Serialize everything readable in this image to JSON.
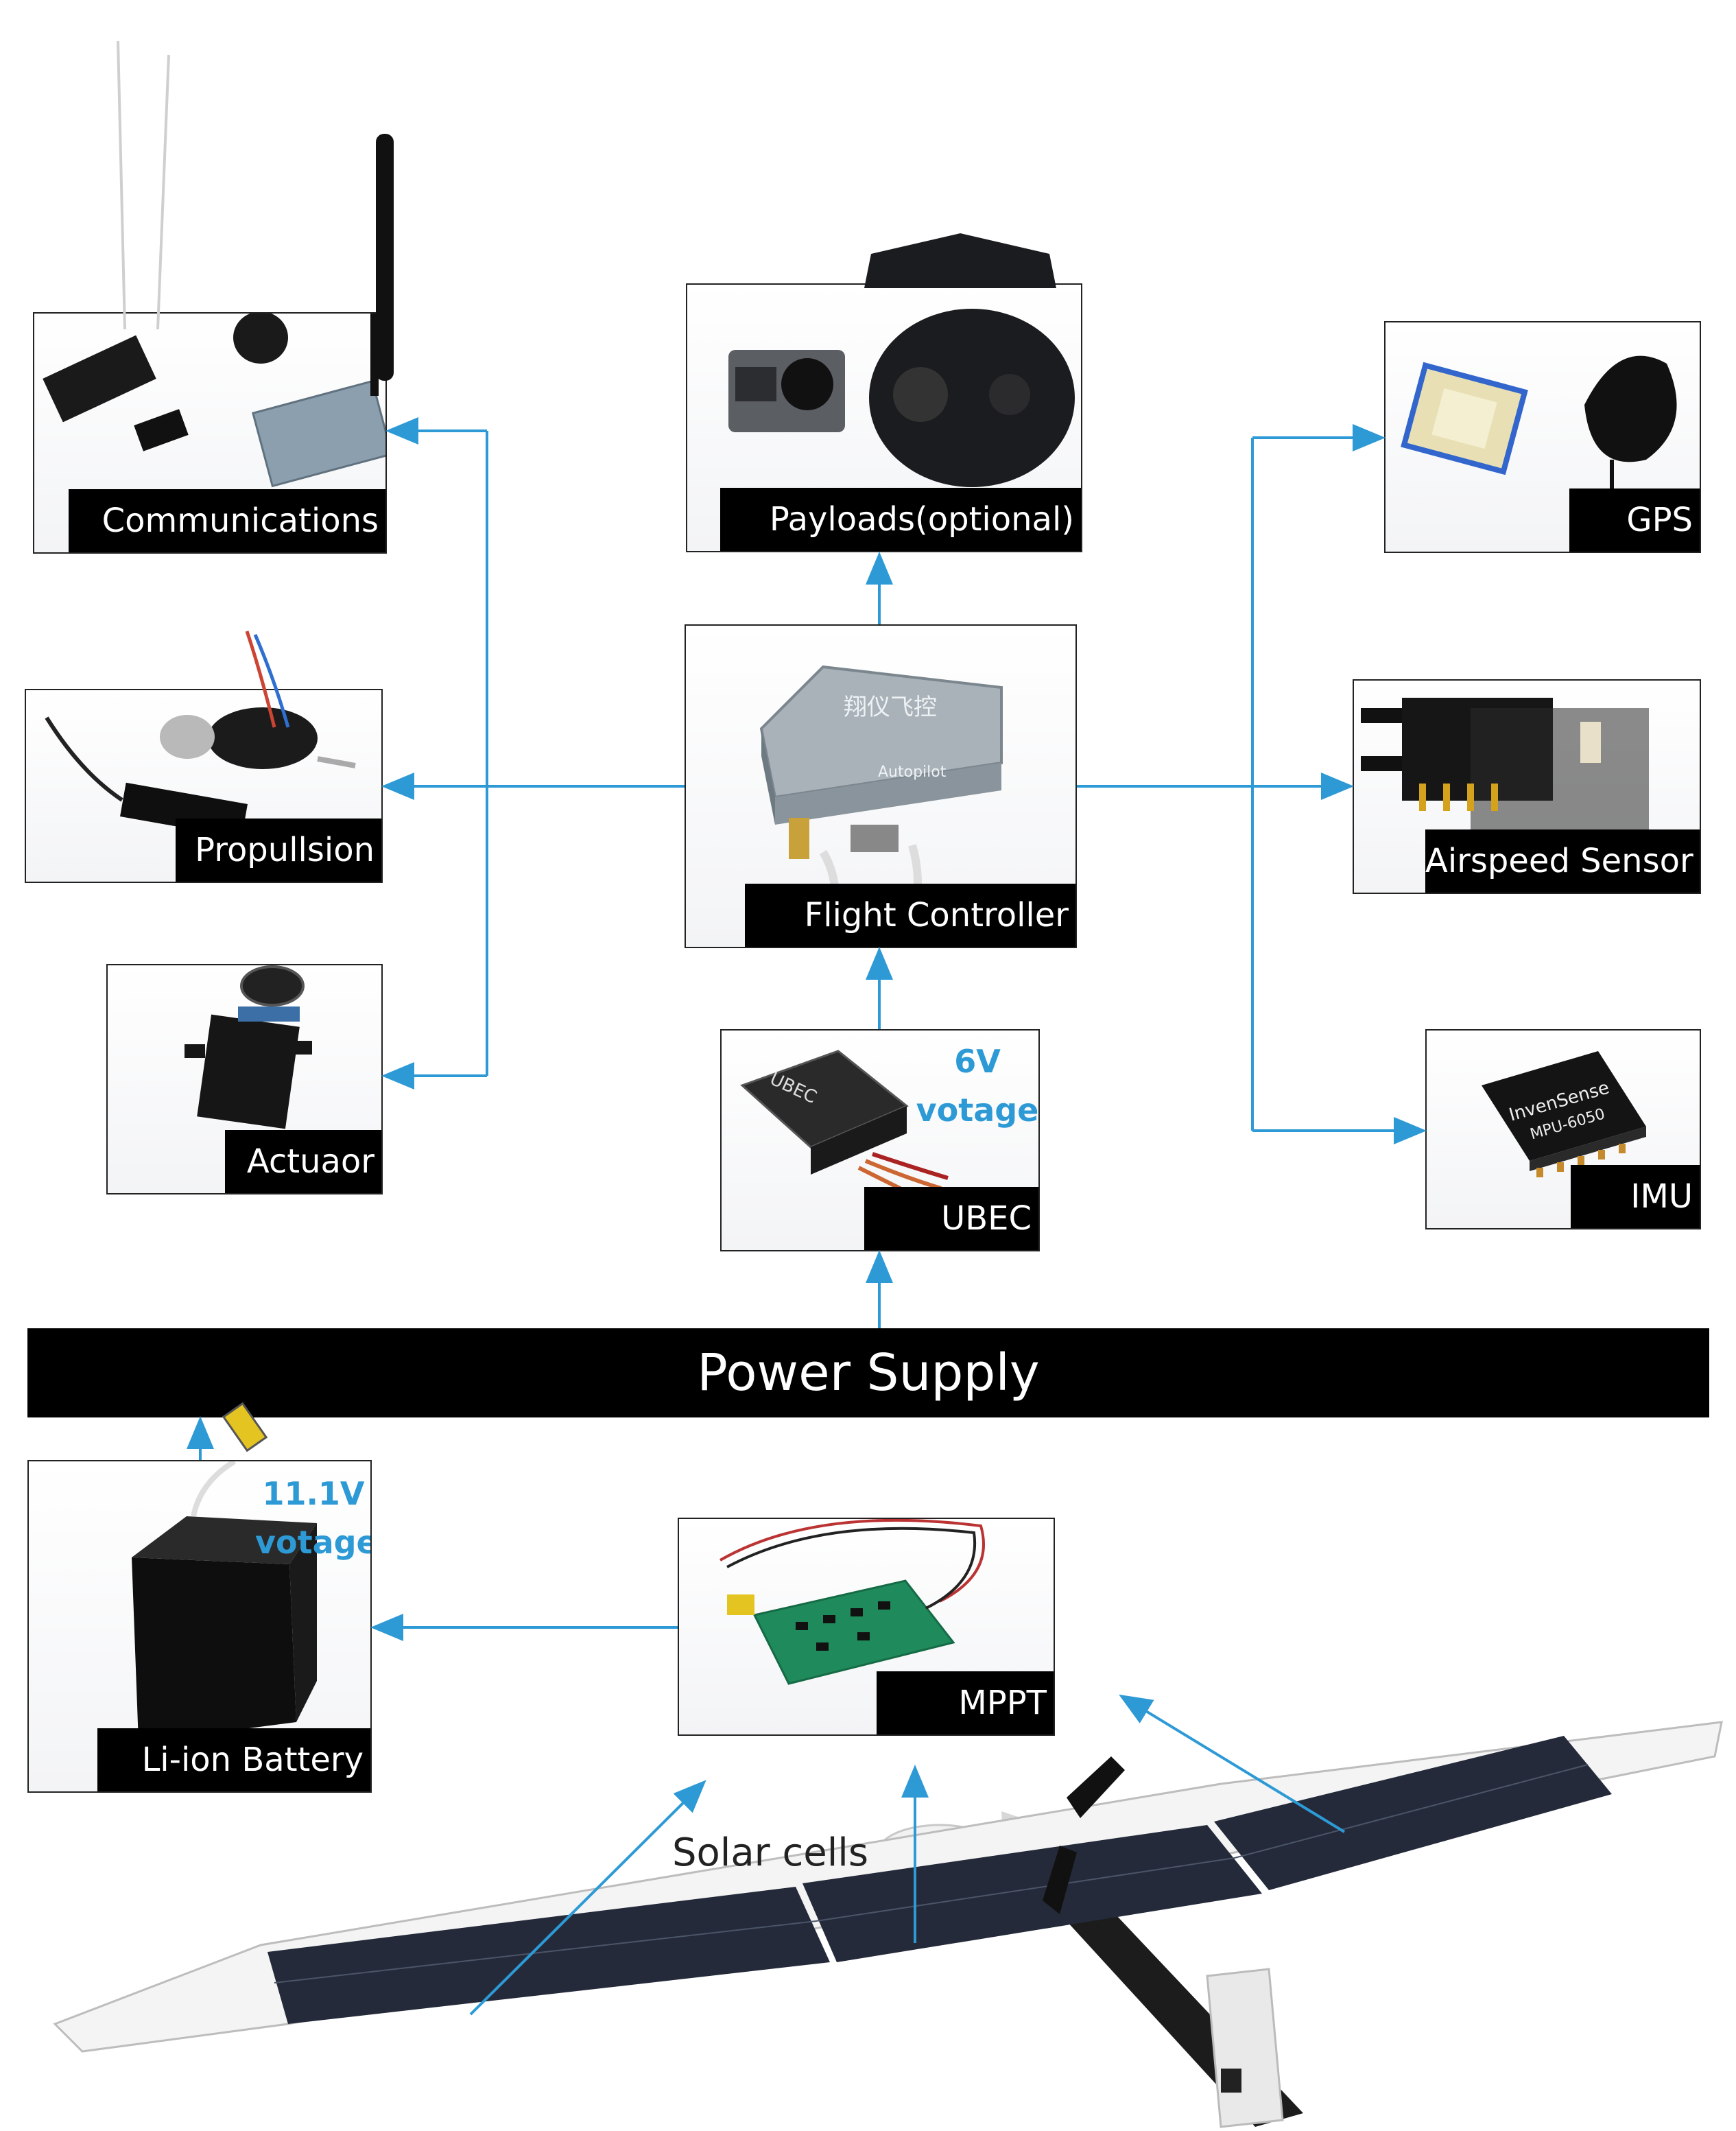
{
  "blocks": {
    "communications": "Communications",
    "payloads": "Payloads(optional)",
    "gps": "GPS",
    "propulsion": "Propullsion",
    "flight_controller": "Flight Controller",
    "airspeed": "Airspeed Sensor",
    "actuator": "Actuaor",
    "ubec": "UBEC",
    "imu": "IMU",
    "battery": "Li-ion Battery",
    "mppt": "MPPT"
  },
  "power_supply": "Power Supply",
  "ubec_voltage": {
    "line1": "6V",
    "line2": "votage"
  },
  "battery_voltage": {
    "line1": "11.1V",
    "line2": "votage"
  },
  "solar_label": "Solar cells",
  "device_markings": {
    "fc_brand": "翔仪飞控",
    "fc_model": "Autopilot",
    "imu_brand": "InvenSense",
    "imu_model": "MPU-6050",
    "ubec_brand": "UBEC"
  },
  "colors": {
    "arrow": "#2d9ad6",
    "label_bg": "#000000",
    "voltage_text": "#2d9ad6"
  },
  "icons": [
    "radio-transceiver-icon",
    "camera-gimbal-icon",
    "gps-module-icon",
    "motor-esc-icon",
    "autopilot-board-icon",
    "pressure-sensor-icon",
    "servo-icon",
    "ubec-module-icon",
    "imu-chip-icon",
    "battery-pack-icon",
    "mppt-board-icon",
    "solar-aircraft-icon"
  ]
}
